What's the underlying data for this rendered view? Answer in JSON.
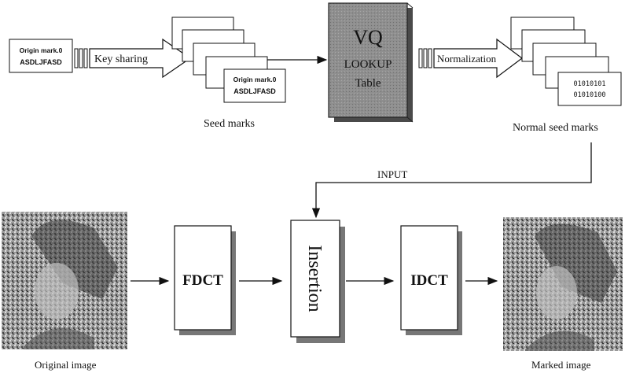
{
  "diagram": {
    "top": {
      "source_card": {
        "line1": "Origin mark.0",
        "line2": "ASDLJFASD"
      },
      "key_sharing_label": "Key sharing",
      "seed_card": {
        "line1": "Origin mark.0",
        "line2": "ASDLJFASD"
      },
      "seed_marks_caption": "Seed marks",
      "vq_book": {
        "line1": "VQ",
        "line2": "LOOKUP",
        "line3": "Table"
      },
      "normalization_label": "Normalization",
      "binary_card": {
        "row1": "01010101",
        "row2": "01010100"
      },
      "normal_seed_marks_caption": "Normal seed marks"
    },
    "input_label": "INPUT",
    "bottom": {
      "original_caption": "Original image",
      "fdct_label": "FDCT",
      "insertion_label": "Insertion",
      "idct_label": "IDCT",
      "marked_caption": "Marked image"
    },
    "colors": {
      "vq_book_fill": "#8a8a8a",
      "block_fill": "#ffffff",
      "stroke": "#111111"
    }
  }
}
